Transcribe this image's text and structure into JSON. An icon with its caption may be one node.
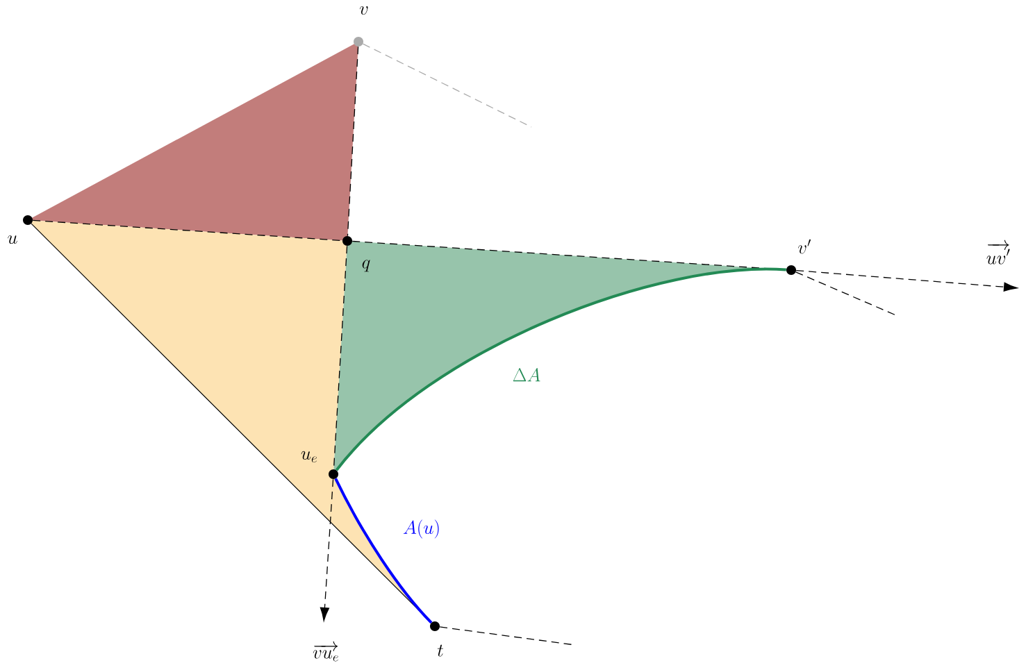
{
  "diagram": {
    "nodes": [
      {
        "text": [
          "u"
        ]
      },
      {
        "text": [
          "v"
        ]
      },
      {
        "text": [
          "q"
        ]
      },
      {
        "text": [
          "v'"
        ]
      },
      {
        "text": [
          "u_e"
        ]
      },
      {
        "text": [
          "t"
        ]
      }
    ],
    "edges": [
      {
        "from": 0,
        "to": 2,
        "arrow": "none",
        "style": "dashed"
      },
      {
        "from": 1,
        "to": 2,
        "arrow": "none",
        "style": "dashed"
      },
      {
        "from": 2,
        "to": 3,
        "arrow": "none",
        "style": "dashed"
      },
      {
        "from": 2,
        "to": 4,
        "arrow": "none",
        "style": "dashed"
      },
      {
        "from": 0,
        "to": 5,
        "arrow": "none"
      },
      {
        "from": 4,
        "to": 5,
        "arrow": "none",
        "style": "thick",
        "color": "#0000ff",
        "label": "A(u)"
      },
      {
        "from": 4,
        "to": 3,
        "arrow": "none",
        "style": "thick",
        "color": "#238a55"
      },
      {
        "from": 3,
        "to": null,
        "arrow": "to",
        "style": "dashed",
        "label": "\\overrightarrow{uv'}"
      },
      {
        "from": 4,
        "to": null,
        "arrow": "to",
        "style": "dashed",
        "label": "\\overrightarrow{vu_e}"
      },
      {
        "from": 1,
        "to": null,
        "arrow": "none",
        "style": "dashed",
        "color": "#aaaaaa"
      },
      {
        "from": 5,
        "to": null,
        "arrow": "none",
        "style": "dashed"
      },
      {
        "from": 3,
        "to": null,
        "arrow": "none",
        "style": "dashed"
      }
    ],
    "labels": [
      "\\Delta A"
    ]
  }
}
